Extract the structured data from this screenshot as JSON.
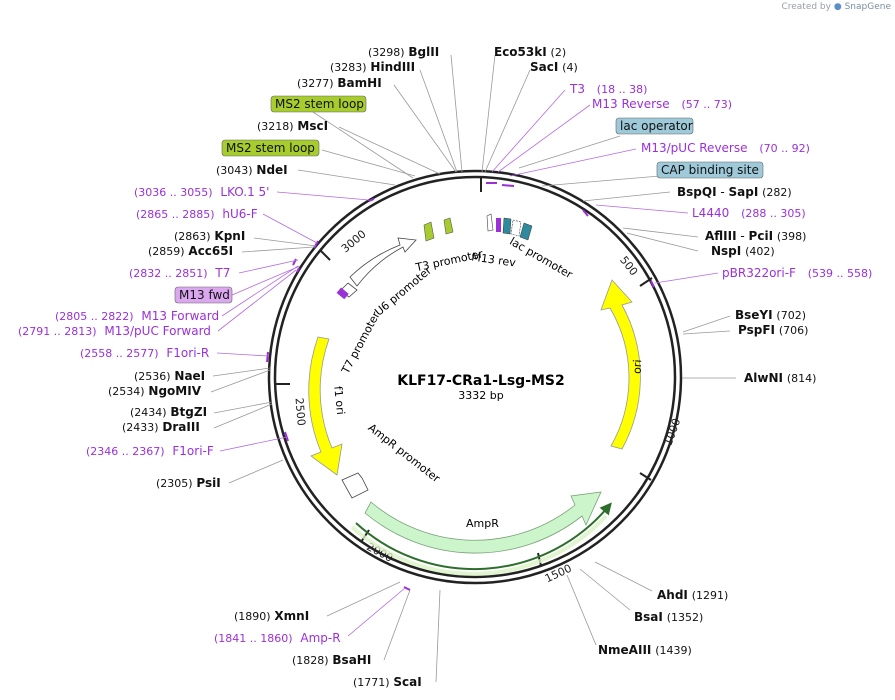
{
  "credit": {
    "prefix": "Created by",
    "brand": "SnapGene"
  },
  "plasmid": {
    "name": "KLF17-CRa1-Lsg-MS2",
    "length_label": "3332 bp"
  },
  "ticks": [
    "500",
    "1000",
    "1500",
    "2000",
    "2500",
    "3000"
  ],
  "enzymes": [
    {
      "name": "BglII",
      "pos": "(3298)"
    },
    {
      "name": "HindIII",
      "pos": "(3283)"
    },
    {
      "name": "BamHI",
      "pos": "(3277)"
    },
    {
      "name": "MscI",
      "pos": "(3218)"
    },
    {
      "name": "NdeI",
      "pos": "(3043)"
    },
    {
      "name": "KpnI",
      "pos": "(2863)"
    },
    {
      "name": "Acc65I",
      "pos": "(2859)"
    },
    {
      "name": "NaeI",
      "pos": "(2536)"
    },
    {
      "name": "NgoMIV",
      "pos": "(2534)"
    },
    {
      "name": "BtgZI",
      "pos": "(2434)"
    },
    {
      "name": "DraIII",
      "pos": "(2433)"
    },
    {
      "name": "PsiI",
      "pos": "(2305)"
    },
    {
      "name": "XmnI",
      "pos": "(1890)"
    },
    {
      "name": "BsaHI",
      "pos": "(1828)"
    },
    {
      "name": "ScaI",
      "pos": "(1771)"
    },
    {
      "name": "Eco53kI",
      "pos": "(2)"
    },
    {
      "name": "SacI",
      "pos": "(4)"
    },
    {
      "name": "BspQI",
      "sep": " - ",
      "name2": "SapI",
      "pos": "(282)"
    },
    {
      "name": "AflIII",
      "sep": " - ",
      "name2": "PciI",
      "pos": "(398)"
    },
    {
      "name": "NspI",
      "pos": "(402)"
    },
    {
      "name": "BseYI",
      "pos": "(702)"
    },
    {
      "name": "PspFI",
      "pos": "(706)"
    },
    {
      "name": "AlwNI",
      "pos": "(814)"
    },
    {
      "name": "AhdI",
      "pos": "(1291)"
    },
    {
      "name": "BsaI",
      "pos": "(1352)"
    },
    {
      "name": "NmeAIII",
      "pos": "(1439)"
    }
  ],
  "primers": [
    {
      "name": "T3",
      "range": "(18 .. 38)"
    },
    {
      "name": "M13 Reverse",
      "range": "(57 .. 73)"
    },
    {
      "name": "M13/pUC Reverse",
      "range": "(70 .. 92)"
    },
    {
      "name": "L4440",
      "range": "(288 .. 305)"
    },
    {
      "name": "pBR322ori-F",
      "range": "(539 .. 558)"
    },
    {
      "name": "LKO.1 5'",
      "range": "(3036 .. 3055)"
    },
    {
      "name": "hU6-F",
      "range": "(2865 .. 2885)"
    },
    {
      "name": "T7",
      "range": "(2832 .. 2851)"
    },
    {
      "name": "M13 Forward",
      "range": "(2805 .. 2822)"
    },
    {
      "name": "M13/pUC Forward",
      "range": "(2791 .. 2813)"
    },
    {
      "name": "F1ori-R",
      "range": "(2558 .. 2577)"
    },
    {
      "name": "F1ori-F",
      "range": "(2346 .. 2367)"
    },
    {
      "name": "Amp-R",
      "range": "(1841 .. 1860)"
    }
  ],
  "boxed": [
    {
      "label": "MS2 stem loop",
      "color": "#a6cc2e"
    },
    {
      "label": "MS2 stem loop",
      "color": "#a6cc2e"
    },
    {
      "label": "lac operator",
      "color": "#9ec9d8"
    },
    {
      "label": "CAP binding site",
      "color": "#9ec9d8"
    },
    {
      "label": "M13 fwd",
      "color": "#dba8f0"
    }
  ],
  "features": [
    {
      "label": "ori",
      "color": "#ffff00"
    },
    {
      "label": "f1 ori",
      "color": "#ffff00"
    },
    {
      "label": "AmpR",
      "color": "#ccf5cc"
    },
    {
      "label": "AmpR promoter",
      "color": "#ffffff"
    },
    {
      "label": "U6 promoter",
      "color": "#ffffff"
    },
    {
      "label": "T7 promoter",
      "color": "#ffffff"
    },
    {
      "label": "T3 promoter",
      "color": "#ffffff"
    },
    {
      "label": "M13 rev",
      "color": "#ffffff"
    },
    {
      "label": "lac promoter",
      "color": "#ffffff"
    }
  ],
  "colors": {
    "primer": "#9b30d9",
    "enzyme_line": "#808080",
    "backbone": "#222222"
  }
}
